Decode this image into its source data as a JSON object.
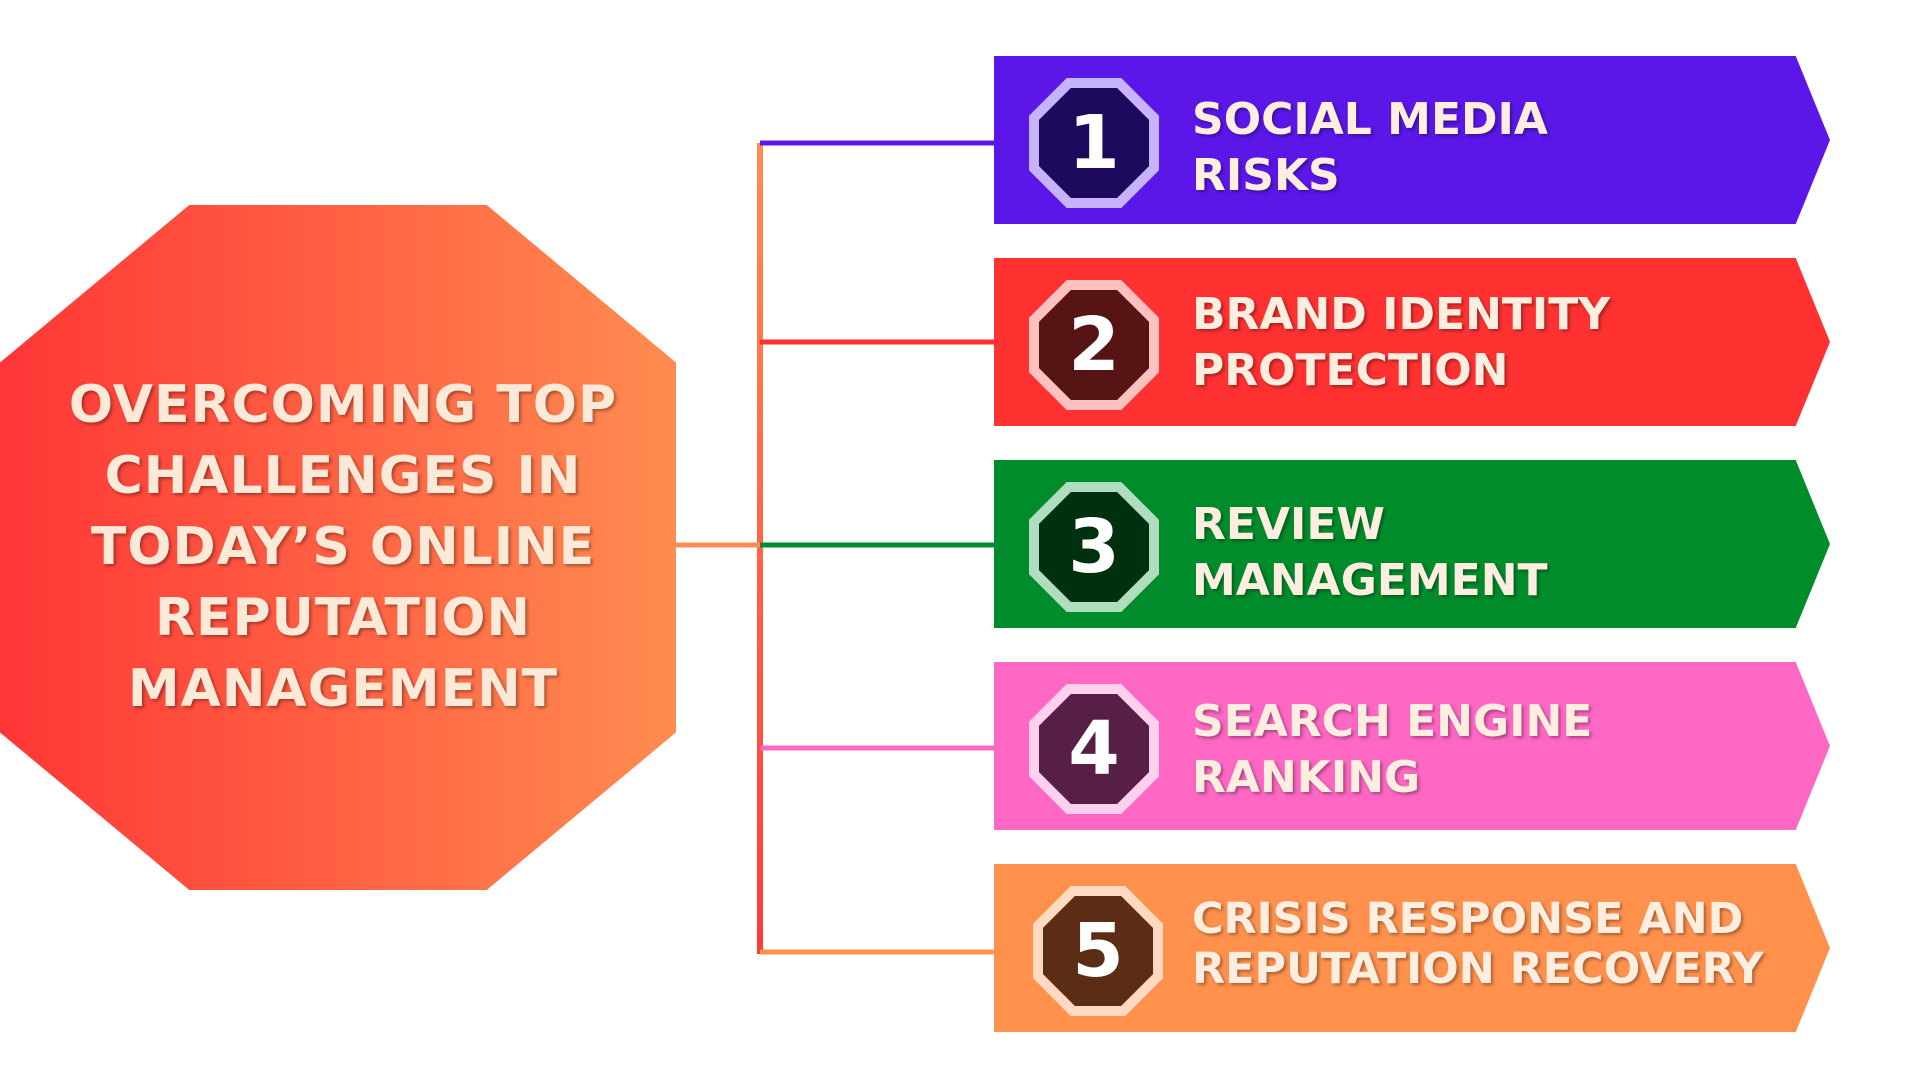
{
  "hub": {
    "title_lines": [
      "OVERCOMING TOP",
      "CHALLENGES IN",
      "TODAY’S ONLINE",
      "REPUTATION",
      "MANAGEMENT"
    ],
    "gradient": [
      "#ff3636",
      "#ff8c50"
    ]
  },
  "connector_colors": {
    "trunk_top": "#ff8c50",
    "trunk_bottom": "#ff3a3a",
    "hub_link": "#ff8c50"
  },
  "items": [
    {
      "number": "1",
      "line1": "SOCIAL MEDIA",
      "line2": "RISKS",
      "color": "#5b17e8",
      "badge_ring": "#c7b3fb",
      "badge_fill": "#1e0a5c",
      "line_color": "#5b17e8"
    },
    {
      "number": "2",
      "line1": "BRAND IDENTITY",
      "line2": "PROTECTION",
      "color": "#ff3131",
      "badge_ring": "#ffc0c0",
      "badge_fill": "#561414",
      "line_color": "#ff3131"
    },
    {
      "number": "3",
      "line1": "REVIEW",
      "line2": "MANAGEMENT",
      "color": "#008c2b",
      "badge_ring": "#b0dcc0",
      "badge_fill": "#00310f",
      "line_color": "#008c2b"
    },
    {
      "number": "4",
      "line1": "SEARCH ENGINE",
      "line2": "RANKING",
      "color": "#ff67c4",
      "badge_ring": "#ffd1ec",
      "badge_fill": "#571f45",
      "line_color": "#ff67c4"
    },
    {
      "number": "5",
      "line1": "CRISIS RESPONSE AND",
      "line2": "REPUTATION RECOVERY",
      "color": "#ff914d",
      "badge_ring": "#ffd9c0",
      "badge_fill": "#5c2d15",
      "line_color": "#ff914d"
    }
  ]
}
